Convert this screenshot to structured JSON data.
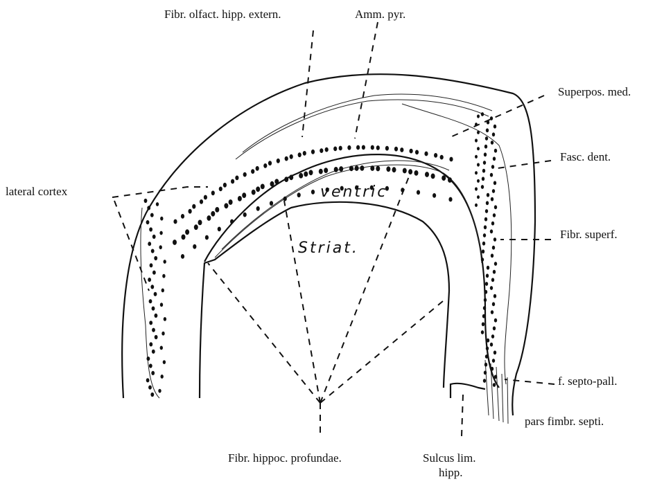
{
  "labels": {
    "fibr_olfact": "Fibr. olfact. hipp. extern.",
    "amm_pyr": "Amm. pyr.",
    "superpos_med": "Superpos. med.",
    "fasc_dent": "Fasc. dent.",
    "lateral_cortex": "lateral cortex",
    "fibr_superf": "Fibr. superf.",
    "f_septo_pall": "f. septo-pall.",
    "pars_fimbr_septi": "pars fimbr. septi.",
    "fibr_hippoc_profundae": "Fibr. hippoc. profundae.",
    "sulcus_lim_1": "Sulcus lim.",
    "sulcus_lim_2": "hipp."
  },
  "regions": {
    "ventric": "ventric",
    "striat": "Striat."
  }
}
